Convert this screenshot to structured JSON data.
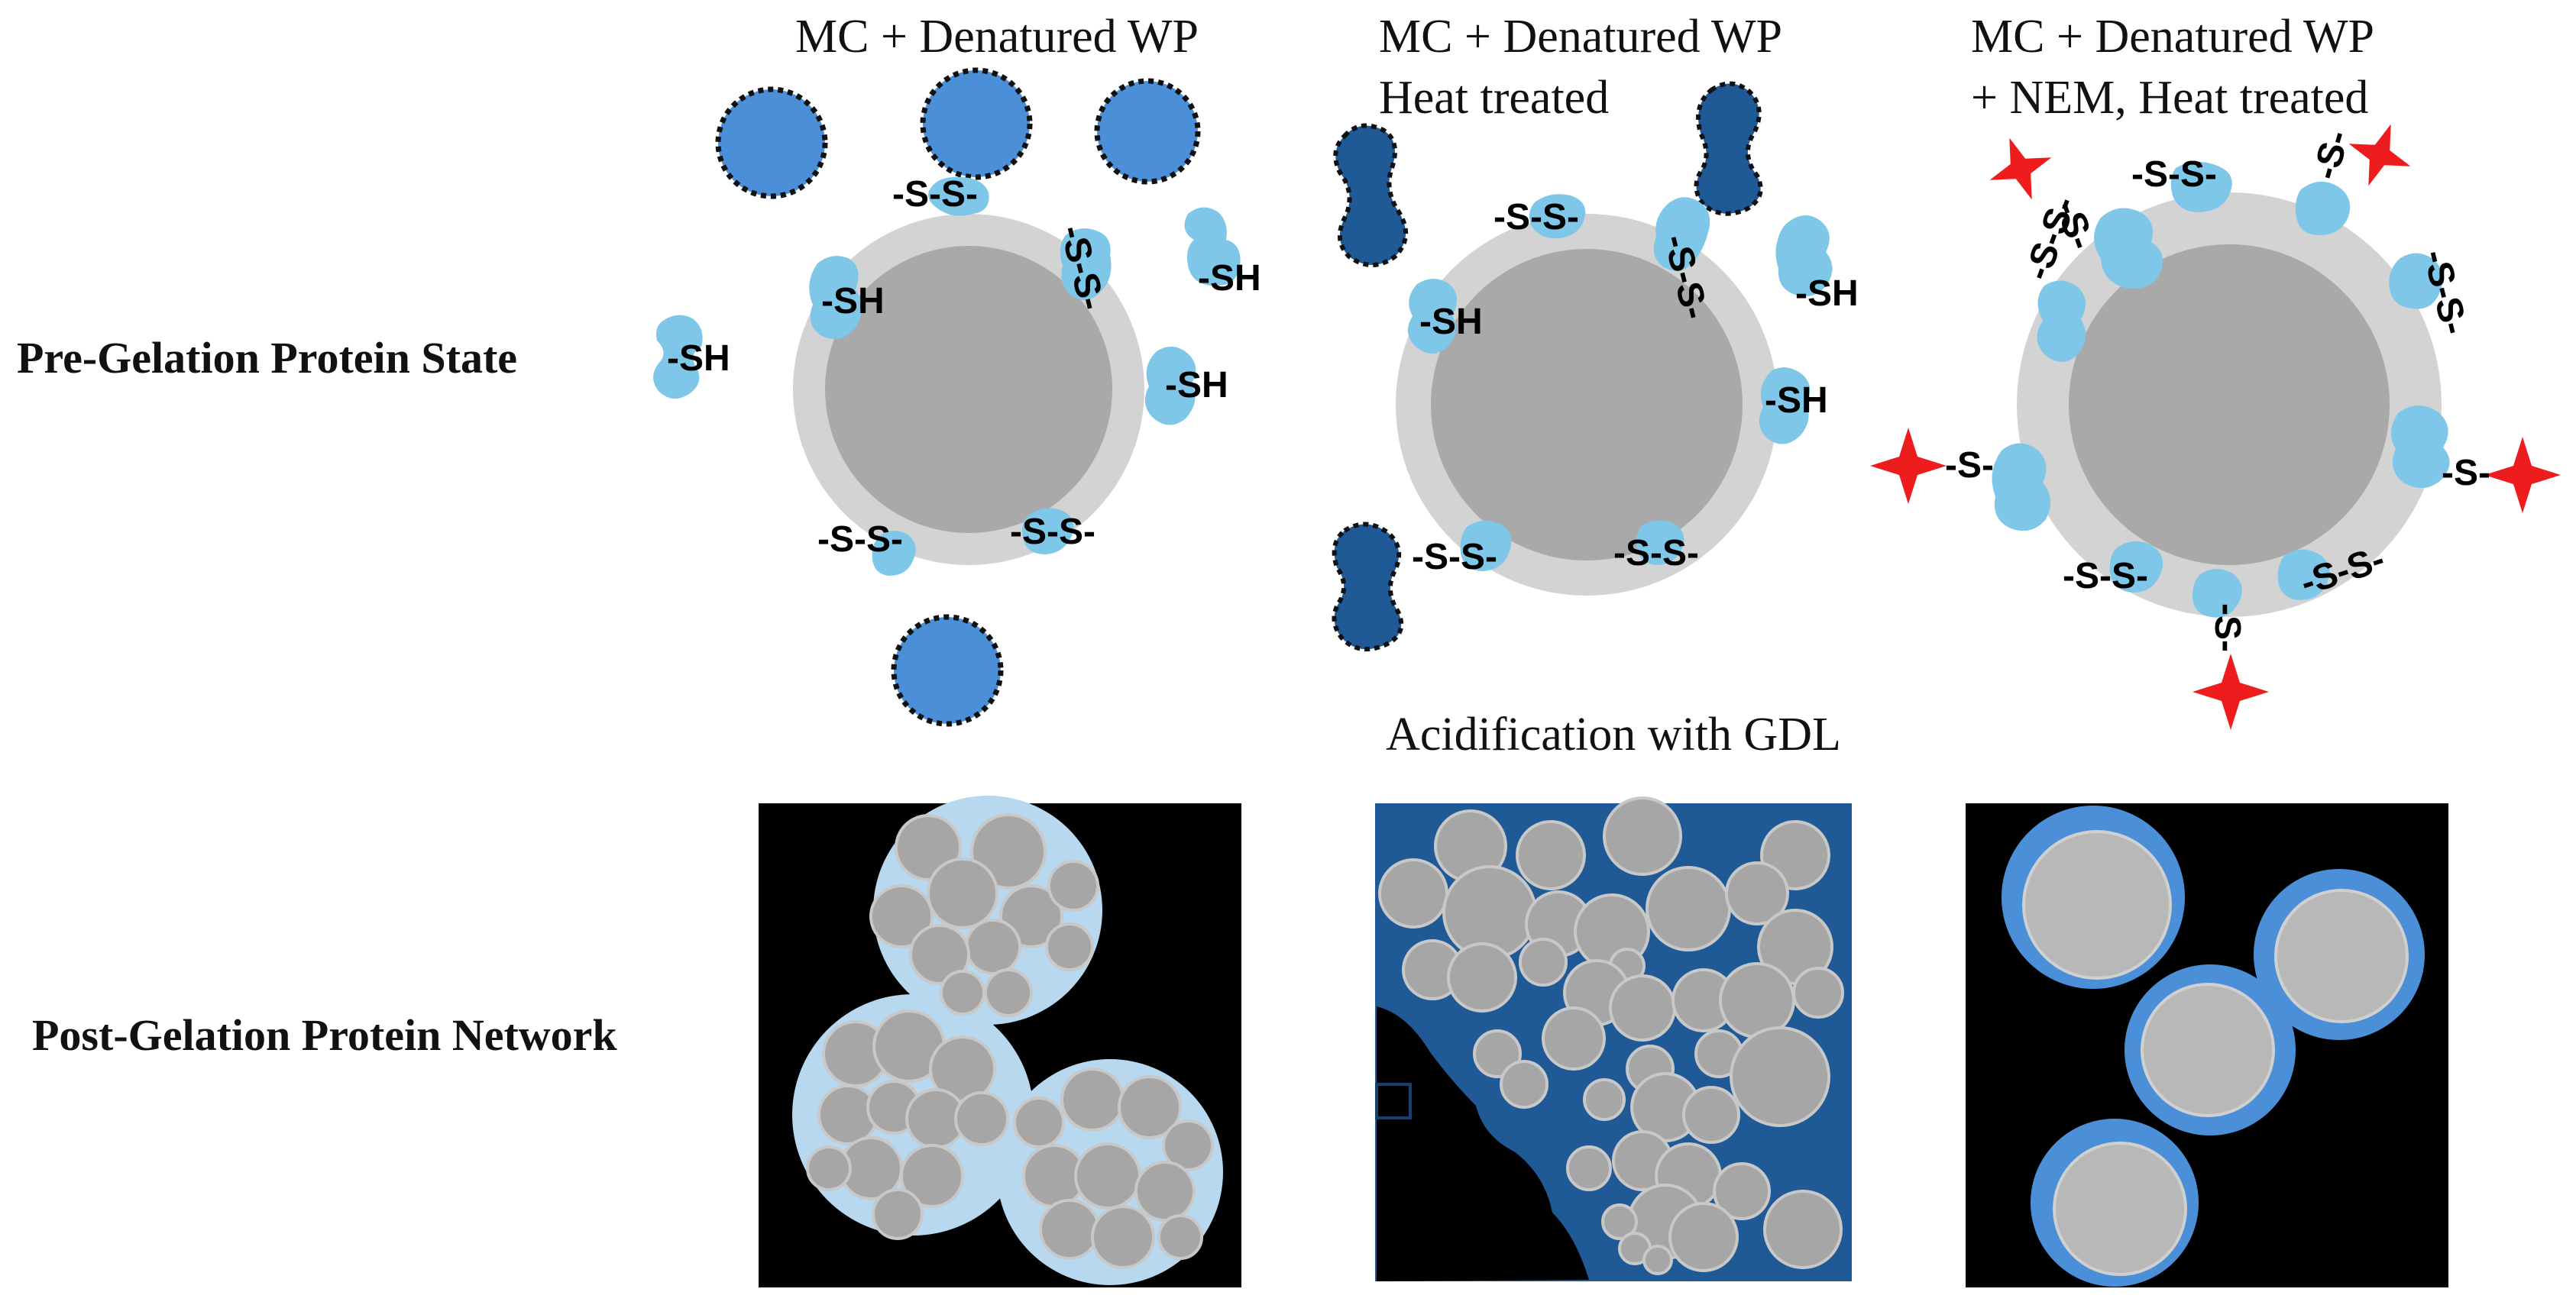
{
  "row_labels": {
    "pre": "Pre-Gelation Protein State",
    "post": "Post-Gelation Protein Network"
  },
  "columns": [
    {
      "title_line1": "MC + Denatured WP",
      "title_line2": ""
    },
    {
      "title_line1": "MC + Denatured WP",
      "title_line2": "Heat treated"
    },
    {
      "title_line1": "MC + Denatured WP",
      "title_line2": "+ NEM, Heat treated"
    }
  ],
  "middle_caption": "Acidification with GDL",
  "group_labels": {
    "sulfhydryl": "-SH",
    "disulfide": "-S-S-",
    "blocked": "-S-"
  },
  "colors": {
    "casein_core": "#a9a9a9",
    "casein_shell": "#d3d3d3",
    "whey_protein_light": "#7ec7e8",
    "whey_aggregate_blue": "#4a8fd8",
    "heat_aggregate_dark": "#1f5a96",
    "nem_star": "#ee1c1c",
    "gel_background": "#000000",
    "gel_particle": "#a6a6a6"
  }
}
